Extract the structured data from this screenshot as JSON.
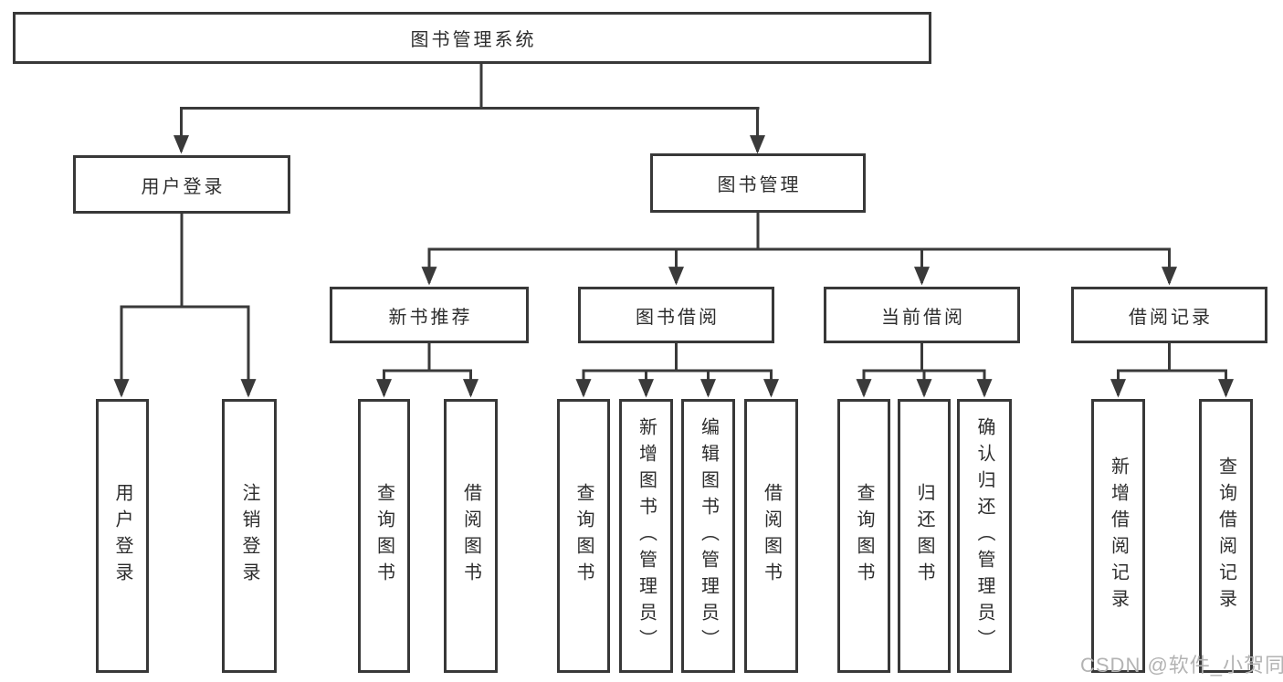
{
  "tree": {
    "root": "图书管理系统",
    "user_login": {
      "label": "用户登录",
      "children": {
        "login": "用户登录",
        "logout": "注销登录"
      }
    },
    "book_management": {
      "label": "图书管理",
      "new_book_recommend": {
        "label": "新书推荐",
        "children": {
          "query_book": "查询图书",
          "borrow_book": "借阅图书"
        }
      },
      "book_borrow": {
        "label": "图书借阅",
        "children": {
          "query_book": "查询图书",
          "add_book": "新增图书（管理员）",
          "edit_book": "编辑图书（管理员）",
          "borrow_book": "借阅图书"
        }
      },
      "current_borrow": {
        "label": "当前借阅",
        "children": {
          "query_book": "查询图书",
          "return_book": "归还图书",
          "confirm_return": "确认归还（管理员）"
        }
      },
      "borrow_records": {
        "label": "借阅记录",
        "children": {
          "add_record": "新增借阅记录",
          "query_record": "查询借阅记录"
        }
      }
    }
  },
  "watermark": {
    "text": "CSDN @软件_小贺同学"
  },
  "colors": {
    "line": "#3a3a3a",
    "box_border": "#383838",
    "text": "#2d2d2d",
    "watermark": "#b3b3b3",
    "background": "#ffffff"
  }
}
